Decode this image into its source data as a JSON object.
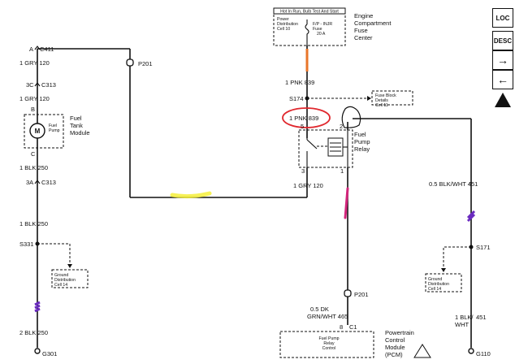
{
  "fuse_center": {
    "header": "Hot In Run, Bulb Test And Start",
    "label": "Engine Compartment Fuse Center",
    "power_distribution": "Power Distribution Cell 10",
    "fuse_name": "F/P - INJR Fuse",
    "fuse_rating": "20 A"
  },
  "left_circuit": {
    "connector_c411_pin": "A",
    "connector_c411": "C411",
    "wire_1gry_120_a": "1 GRY 120",
    "connector_c313_pin": "3C",
    "connector_c313": "C313",
    "wire_1gry_120_b": "1 GRY 120",
    "module_pin_top": "B",
    "module_pin_bottom": "C",
    "module_label": "Fuel Tank Module",
    "pump_label": "Fuel Pump",
    "motor_symbol": "M",
    "wire_1blk_250_a": "1 BLK 250",
    "connector_c313b_pin": "3A",
    "connector_c313b": "C313",
    "wire_1blk_250_b": "1 BLK 250",
    "splice_s331": "S331",
    "ground_dist": "Ground Distribution Cell 14",
    "wire_2blk_250": "2 BLK 250",
    "ground_g301": "G301"
  },
  "center_circuit": {
    "connector_p201_top": "P201",
    "wire_1pnk_839_a": "1 PNK 839",
    "splice_s174": "S174",
    "fuse_block_details": "Fuse Block Details Cell 11",
    "wire_1pnk_839_b": "1 PNK 839",
    "relay_label": "Fuel Pump Relay",
    "relay_pin_5": "5",
    "relay_pin_2": "2",
    "relay_pin_3": "3",
    "relay_pin_1": "1",
    "wire_1gry_120_c": "1 GRY 120",
    "connector_p201_bottom": "P201",
    "wire_dkgrn_line1": "0.5 DK",
    "wire_dkgrn_line2": "GRN/WHT 465",
    "pcm_pin": "8",
    "pcm_connector": "C1",
    "pcm_internal": "Fuel Pump Relay Control",
    "pcm_label": "Powertrain Control Module (PCM)"
  },
  "right_circuit": {
    "wire_05blkwht_451": "0.5 BLK/WHT 451",
    "splice_s171": "S171",
    "ground_dist": "Ground Distribution Cell 14",
    "wire_1blkwht_line1": "1 BLK/",
    "wire_1blkwht_line2": "WHT",
    "wire_1blkwht_circuit": "451",
    "ground_g110": "G110"
  },
  "nav_buttons": {
    "loc": "LOC",
    "desc": "DESC",
    "next": "→",
    "prev": "←",
    "esd": "ESD"
  },
  "annotation_colors": {
    "orange": "#e8752a",
    "red": "#e0282e",
    "yellow": "#f4ef3a",
    "purple": "#6a2bbf",
    "magenta": "#d2247a"
  }
}
